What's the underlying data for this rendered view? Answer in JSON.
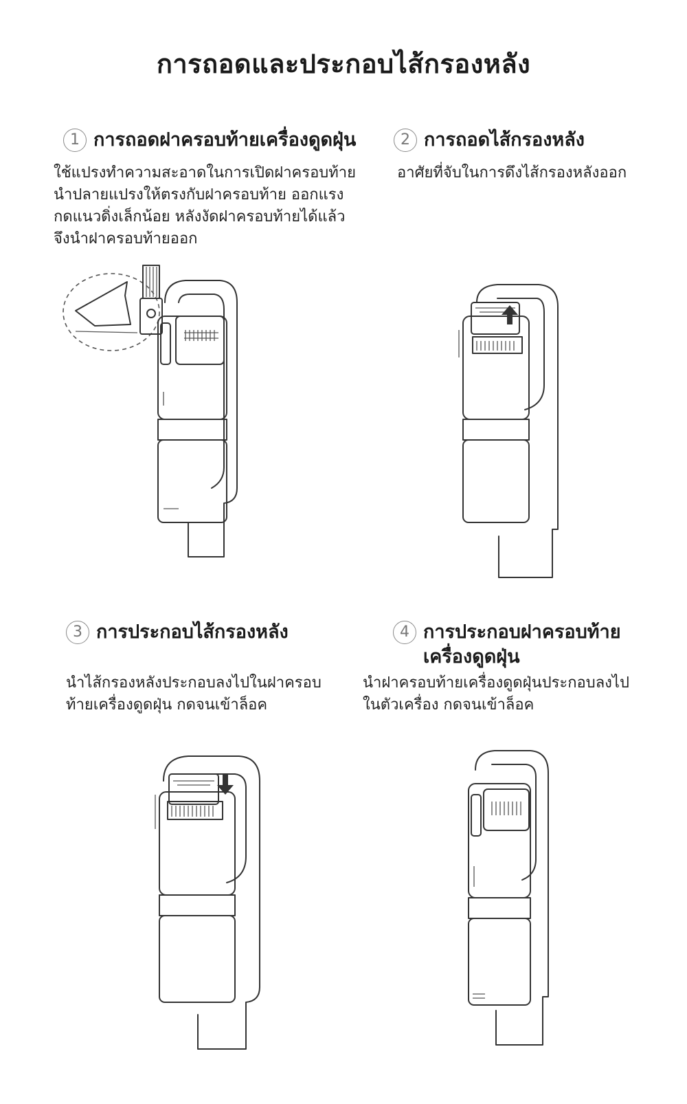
{
  "title": "การถอดและประกอบไส้กรองหลัง",
  "steps": [
    {
      "number": "1",
      "heading": [
        "การถอดฝาครอบท้ายเครื่องดูดฝุ่น"
      ],
      "lines": [
        "ใช้แปรงทำความสะอาดในการเปิดฝาครอบท้าย",
        "นำปลายแปรงให้ตรงกับฝาครอบท้าย ออกแรง",
        "กดแนวดิ่งเล็กน้อย หลังงัดฝาครอบท้ายได้แล้ว",
        "จึงนำฝาครอบท้ายออก"
      ]
    },
    {
      "number": "2",
      "heading": [
        "การถอดไส้กรองหลัง"
      ],
      "lines": [
        "อาศัยที่จับในการดึงไส้กรองหลังออก"
      ]
    },
    {
      "number": "3",
      "heading": [
        "การประกอบไส้กรองหลัง"
      ],
      "lines": [
        "นำไส้กรองหลังประกอบลงไปในฝาครอบ",
        "ท้ายเครื่องดูดฝุ่น กดจนเข้าล็อค"
      ]
    },
    {
      "number": "4",
      "heading": [
        "การประกอบฝาครอบท้าย",
        "เครื่องดูดฝุ่น"
      ],
      "lines": [
        "นำฝาครอบท้ายเครื่องดูดฝุ่นประกอบลงไป",
        "ในตัวเครื่อง กดจนเข้าล็อค"
      ]
    }
  ],
  "illustrations": {
    "step1": "vacuum-with-brush-prying-cover",
    "step2": "vacuum-filter-removal-arrow-up",
    "step3": "vacuum-filter-insert-arrow-down",
    "step4": "vacuum-cover-installed"
  }
}
